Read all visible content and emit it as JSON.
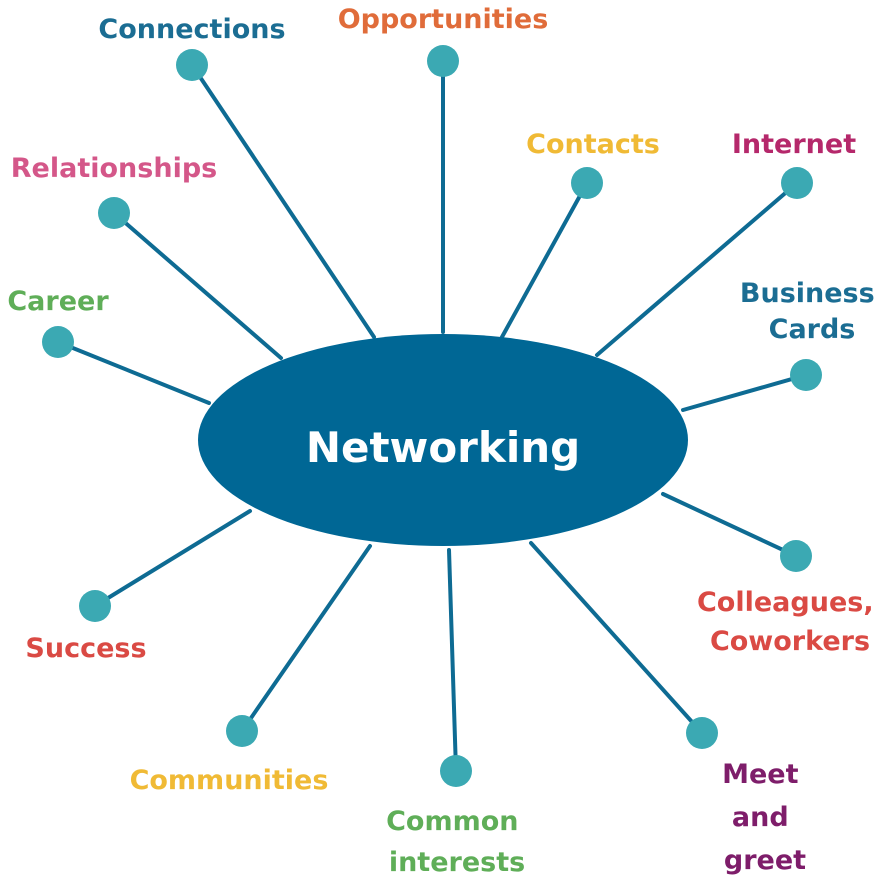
{
  "center": {
    "label": "Networking",
    "color": "#006795"
  },
  "colors": {
    "line": "#0e6b93",
    "node": "#3ba9b3"
  },
  "items": [
    {
      "id": "connections",
      "lines": [
        "Connections"
      ],
      "color": "#1b6d93"
    },
    {
      "id": "opportunities",
      "lines": [
        "Opportunities"
      ],
      "color": "#e06c3a"
    },
    {
      "id": "contacts",
      "lines": [
        "Contacts"
      ],
      "color": "#f0ba35"
    },
    {
      "id": "internet",
      "lines": [
        "Internet"
      ],
      "color": "#b5286b"
    },
    {
      "id": "business-cards",
      "lines": [
        "Business",
        "Cards"
      ],
      "color": "#1b6d93"
    },
    {
      "id": "colleagues",
      "lines": [
        "Colleagues,",
        "Coworkers"
      ],
      "color": "#da4a44"
    },
    {
      "id": "meet-greet",
      "lines": [
        "Meet",
        "and",
        "greet"
      ],
      "color": "#7e1d6a"
    },
    {
      "id": "common",
      "lines": [
        "Common",
        "interests"
      ],
      "color": "#5fae58"
    },
    {
      "id": "communities",
      "lines": [
        "Communities"
      ],
      "color": "#f0ba35"
    },
    {
      "id": "success",
      "lines": [
        "Success"
      ],
      "color": "#da4a44"
    },
    {
      "id": "career",
      "lines": [
        "Career"
      ],
      "color": "#5fae58"
    },
    {
      "id": "relationships",
      "lines": [
        "Relationships"
      ],
      "color": "#d45789"
    }
  ]
}
